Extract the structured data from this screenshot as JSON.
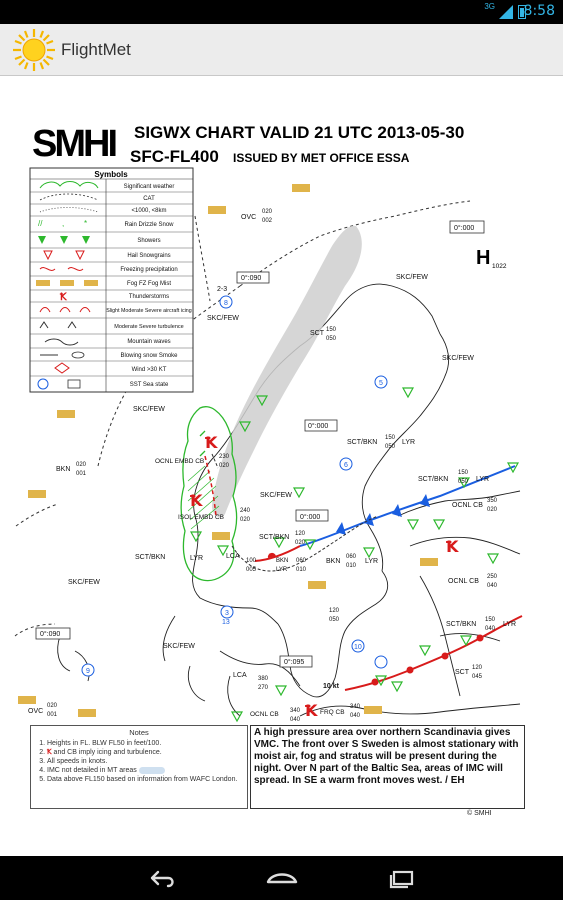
{
  "status_bar": {
    "network": "3G",
    "time": "8:58"
  },
  "app": {
    "title": "FlightMet"
  },
  "chart": {
    "logo": "SMHI",
    "title": "SIGWX CHART VALID 21 UTC 2013-05-30",
    "subtitle_main": "SFC-FL400",
    "subtitle_issued": "ISSUED BY MET OFFICE ESSA",
    "legend": {
      "heading": "Symbols",
      "rows": [
        "Significant weather",
        "CAT",
        "<1000, <8km",
        "Rain   Drizzle   Snow",
        "Showers",
        "Hail    Snowgrains",
        "Freezing precipitation",
        "Fog   FZ Fog   Mist",
        "Thunderstorms",
        "Slight Moderate Severe aircraft icing",
        "Moderate  Severe turbulence",
        "Mountain waves",
        "Blowing snow  Smoke",
        "Wind >30 KT",
        "SST    Sea state"
      ]
    },
    "labels": {
      "ovc_ne": "OVC",
      "ovc_ne_top": "020",
      "ovc_ne_bot": "002",
      "box_top_right": "0°:000",
      "h_symbol": "H",
      "h_value": "1022",
      "box_top_mid": "0°:090",
      "two_three": "2-3",
      "circle_8": "8",
      "skc_few_1": "SKC/FEW",
      "skc_few_2": "SKC/FEW",
      "sct_150": "SCT",
      "sct_150_top": "150",
      "sct_150_bot": "050",
      "skc_few_3": "SKC/FEW",
      "circle_5": "5",
      "box_mid_east": "0°:000",
      "sct_bkn_lyr": "SCT/BKN",
      "sct_bkn_lyr_top": "150",
      "sct_bkn_lyr_bot": "050",
      "lyr_1": "LYR",
      "circle_6": "6",
      "skc_few_4": "SKC/FEW",
      "bkn_020": "BKN",
      "bkn_020_top": "020",
      "bkn_020_bot": "001",
      "ocnl_embd": "OCNL EMBD CB",
      "cb_230": "230",
      "cb_230_bot": "020",
      "skc_few_5": "SKC/FEW",
      "sct_bkn_right": "SCT/BKN",
      "sct_bkn_right_top": "150",
      "sct_bkn_right_bot": "050",
      "lyr_2": "LYR",
      "isol_embd": "ISOL EMBD CB",
      "cb_240": "240",
      "cb_240_bot": "020",
      "sct_bkn_mid": "SCT/BKN",
      "sct_bkn_mid_top": "120",
      "sct_bkn_mid_bot": "020",
      "box_mid": "0°:000",
      "ocnl_cb_right": "OCNL CB",
      "cb_350": "350",
      "cb_350_bot": "020",
      "sct_bkn_left": "SCT/BKN",
      "lyr_3": "LYR",
      "lca": "LCA",
      "bkn_lyr": "BKN",
      "bkn_lyr_2": "LYR",
      "num_100": "100",
      "num_005": "005",
      "num_060": "060",
      "num_010": "010",
      "bkn_060": "BKN",
      "bkn_060_top": "060",
      "bkn_060_bot": "010",
      "lyr_4": "LYR",
      "skc_few_6": "SKC/FEW",
      "circle_3": "3",
      "ocnl_cb_right2": "OCNL CB",
      "cb2_250": "250",
      "cb2_040": "040",
      "sct_bkn_se": "SCT/BKN",
      "sct_bkn_se_top": "150",
      "sct_bkn_se_bot": "040",
      "lyr_5": "LYR",
      "num_120": "120",
      "num_050": "050",
      "circle_13": "13",
      "box_left": "0°:090",
      "circle_9": "9",
      "skc_few_7": "SKC/FEW",
      "circle_10": "10",
      "box_lower": "0°:095",
      "sct_se": "SCT",
      "sct_se_top": "120",
      "sct_se_bot": "045",
      "lca_2": "LCA",
      "lca_top": "380",
      "lca_bot": "270",
      "wind_10kt": "10 kt",
      "ovc_sw": "OVC",
      "ovc_sw_top": "020",
      "ovc_sw_bot": "001",
      "ocnl_cb_bottom": "OCNL CB",
      "cb3_340": "340",
      "cb3_040": "040",
      "frq_cb": "FRQ CB",
      "cb4_340": "340",
      "cb4_040": "040"
    },
    "notes": {
      "heading": "Notes",
      "items": [
        "Heights in FL. BLW FL50 in feet/100.",
        "and CB imply icing and turbulence.",
        "All speeds in knots.",
        "IMC not detailed in MT areas",
        "Data above FL150 based on information from WAFC London."
      ]
    },
    "remark": "A high pressure area over northern Scandinavia gives VMC. The front over S Sweden is almost stationary with moist air, fog and stratus will be present during the night. Over N part of the Baltic Sea, areas of IMC will spread. In SE a warm front moves west. / EH",
    "copyright": "© SMHI"
  }
}
